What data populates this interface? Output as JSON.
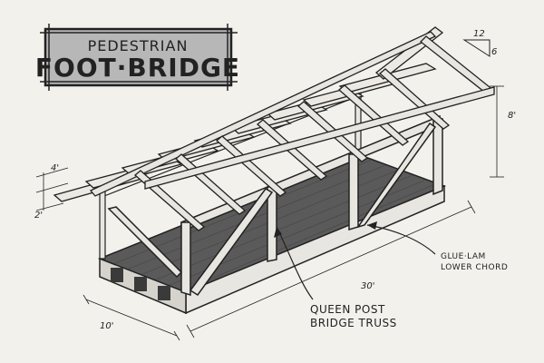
{
  "title": {
    "line1": "PEDESTRIAN",
    "line2": "FOOT·BRIDGE"
  },
  "dimensions": {
    "roof_pitch_rise": "12",
    "roof_pitch_run": "6",
    "height": "8'",
    "overhang_top": "4'",
    "overhang_side": "2'",
    "width": "10'",
    "length": "30'"
  },
  "callouts": {
    "truss_line1": "QUEEN POST",
    "truss_line2": "BRIDGE TRUSS",
    "chord_line1": "GLUE·LAM",
    "chord_line2": "LOWER CHORD"
  },
  "colors": {
    "title_box": "#b7b7b7",
    "ink": "#222222",
    "deck": "#5a5a5a",
    "timber": "#e8e6e0"
  }
}
